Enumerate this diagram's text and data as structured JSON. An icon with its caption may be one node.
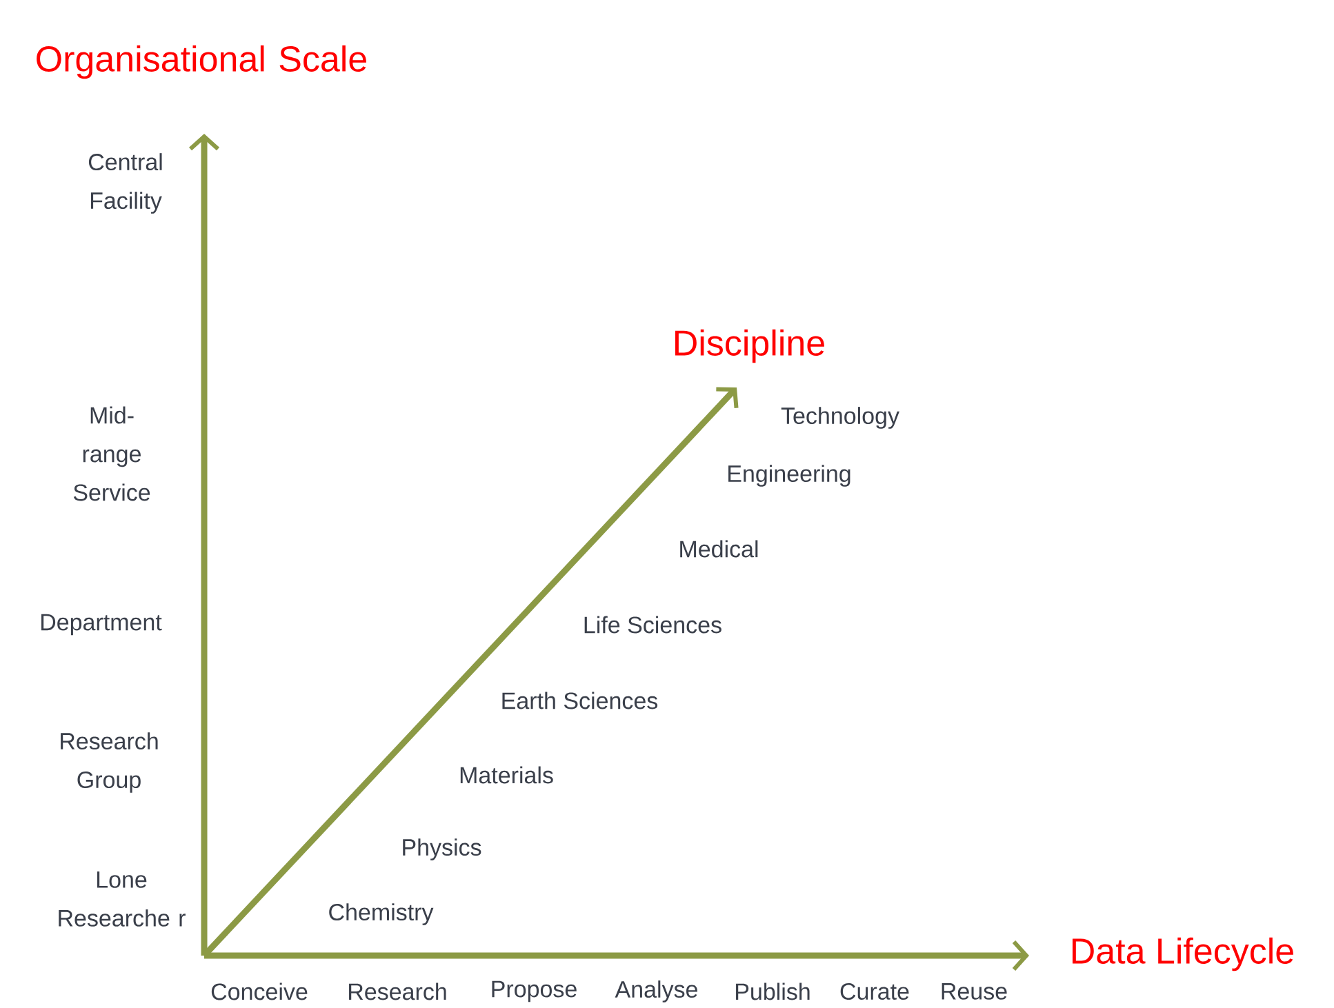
{
  "diagram": {
    "labels": [
      "Organisational Scale",
      "Central Facility",
      "Mid- range Service",
      "Department",
      "Research Group",
      "Lone Researche r",
      "Discipline",
      "Technology",
      "Engineering",
      "Medical",
      "Life Sciences",
      "Earth Sciences",
      "Materials",
      "Physics",
      "Chemistry",
      "Data Lifecycle",
      "Conceive",
      "Research",
      "Propose",
      "Analyse",
      "Publish",
      "Curate",
      "Reuse"
    ]
  }
}
